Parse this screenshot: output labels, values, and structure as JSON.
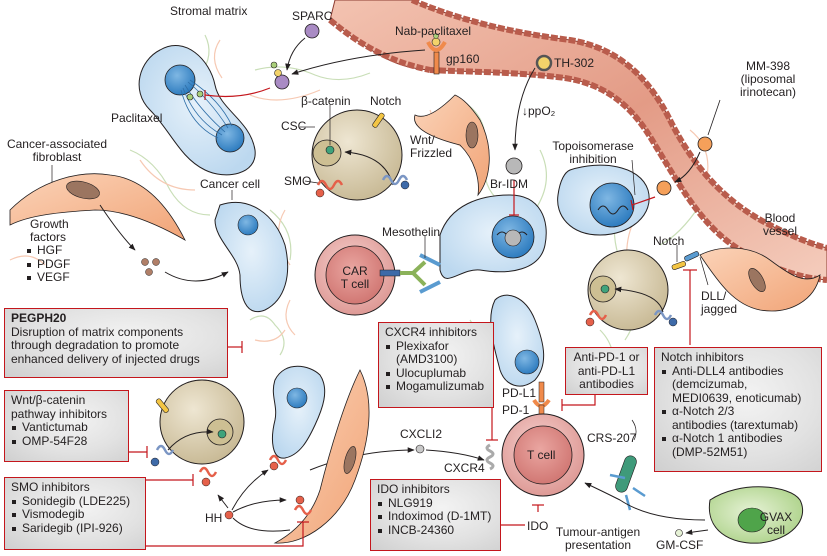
{
  "figure": {
    "labels": {
      "stromal_matrix": "Stromal matrix",
      "sparc": "SPARC",
      "nab_paclitaxel": "Nab-paclitaxel",
      "gp160": "gp160",
      "th302": "TH-302",
      "ppo2": "↓ppO₂",
      "mm398_line1": "MM-398",
      "mm398_line2": "(liposomal",
      "mm398_line3": "irinotecan)",
      "paclitaxel": "Paclitaxel",
      "beta_catenin": "β-catenin",
      "notch_top": "Notch",
      "csc": "CSC",
      "wnt_frizzled_1": "Wnt/",
      "wnt_frizzled_2": "Frizzled",
      "smo": "SMO",
      "caf_1": "Cancer-associated",
      "caf_2": "fibroblast",
      "cancer_cell": "Cancer cell",
      "br_idm": "Br-IDM",
      "topo_1": "Topoisomerase",
      "topo_2": "inhibition",
      "blood_1": "Blood",
      "blood_2": "vessel",
      "growth_1": "Growth",
      "growth_2": "factors",
      "growth_items": [
        "HGF",
        "PDGF",
        "VEGF"
      ],
      "mesothelin": "Mesothelin",
      "car_1": "CAR",
      "car_2": "T cell",
      "notch_right": "Notch",
      "dll_1": "DLL/",
      "dll_2": "jagged",
      "pd_l1": "PD-L1",
      "pd_1": "PD-1",
      "cxcl12": "CXCLI2",
      "cxcr4": "CXCR4",
      "t_cell": "T cell",
      "crs207": "CRS-207",
      "hh": "HH",
      "ido": "IDO",
      "tumour_1": "Tumour-antigen",
      "tumour_2": "presentation",
      "gm_csf": "GM-CSF",
      "gvax_1": "GVAX",
      "gvax_2": "cell"
    },
    "boxes": {
      "pegph20": {
        "title": "PEGPH20",
        "lines": [
          "Disruption of matrix components",
          "through degradation to promote",
          "enhanced delivery of injected drugs"
        ]
      },
      "wnt": {
        "title_1": "Wnt/β-catenin",
        "title_2": "pathway inhibitors",
        "items": [
          "Vantictumab",
          "OMP-54F28"
        ]
      },
      "smo": {
        "title": "SMO inhibitors",
        "items": [
          "Sonidegib (LDE225)",
          "Vismodegib",
          "Saridegib (IPI-926)"
        ]
      },
      "cxcr4": {
        "title": "CXCR4 inhibitors",
        "items": [
          "Plexixafor",
          "Ulocuplumab",
          "Mogamulizumab"
        ],
        "item0_sub": "(AMD3100)"
      },
      "pd1": {
        "lines": [
          "Anti-PD-1 or",
          "anti-PD-L1",
          "antibodies"
        ]
      },
      "notch": {
        "title": "Notch inhibitors",
        "items": [
          {
            "main": "Anti-DLL4 antibodies",
            "sub1": "(demcizumab,",
            "sub2": "MEDI0639, enoticumab)"
          },
          {
            "main": "α-Notch 2/3",
            "sub1": "antibodies (tarextumab)",
            "sub2": ""
          },
          {
            "main": "α-Notch 1 antibodies",
            "sub1": "(DMP-52M51)",
            "sub2": ""
          }
        ]
      },
      "ido": {
        "title": "IDO inhibitors",
        "items": [
          "NLG919",
          "Indoximod (D-1MT)",
          "INCB-24360"
        ]
      }
    },
    "colors": {
      "box_border": "#c4161c",
      "inhibit_line": "#c4161c",
      "blood_vessel": "#e9a08a",
      "cancer_cell": "#cfe3f3",
      "nucleus": "#3e8ccc",
      "csc": "#d8ccb0",
      "fibroblast": "#f6b58d",
      "t_cell": "#e8a6a2",
      "gvax": "#b9d99a"
    }
  }
}
